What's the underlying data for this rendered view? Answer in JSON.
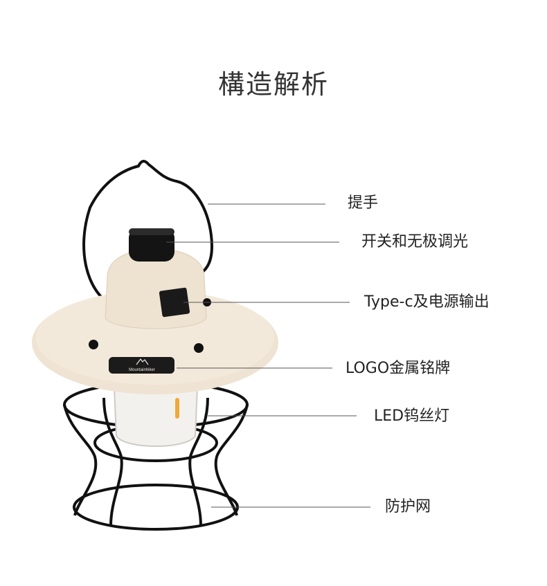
{
  "title": "構造解析",
  "brand": "Mountainhiker",
  "callouts": [
    {
      "label": "提手"
    },
    {
      "label": "开关和无极调光"
    },
    {
      "label": "Type-c及电源输出"
    },
    {
      "label": "LOGO金属铭牌"
    },
    {
      "label": "LED钨丝灯"
    },
    {
      "label": "防护网"
    }
  ],
  "colors": {
    "background": "#ffffff",
    "shade": "#efe3d3",
    "frame": "#111111",
    "leader_line": "#555555"
  }
}
